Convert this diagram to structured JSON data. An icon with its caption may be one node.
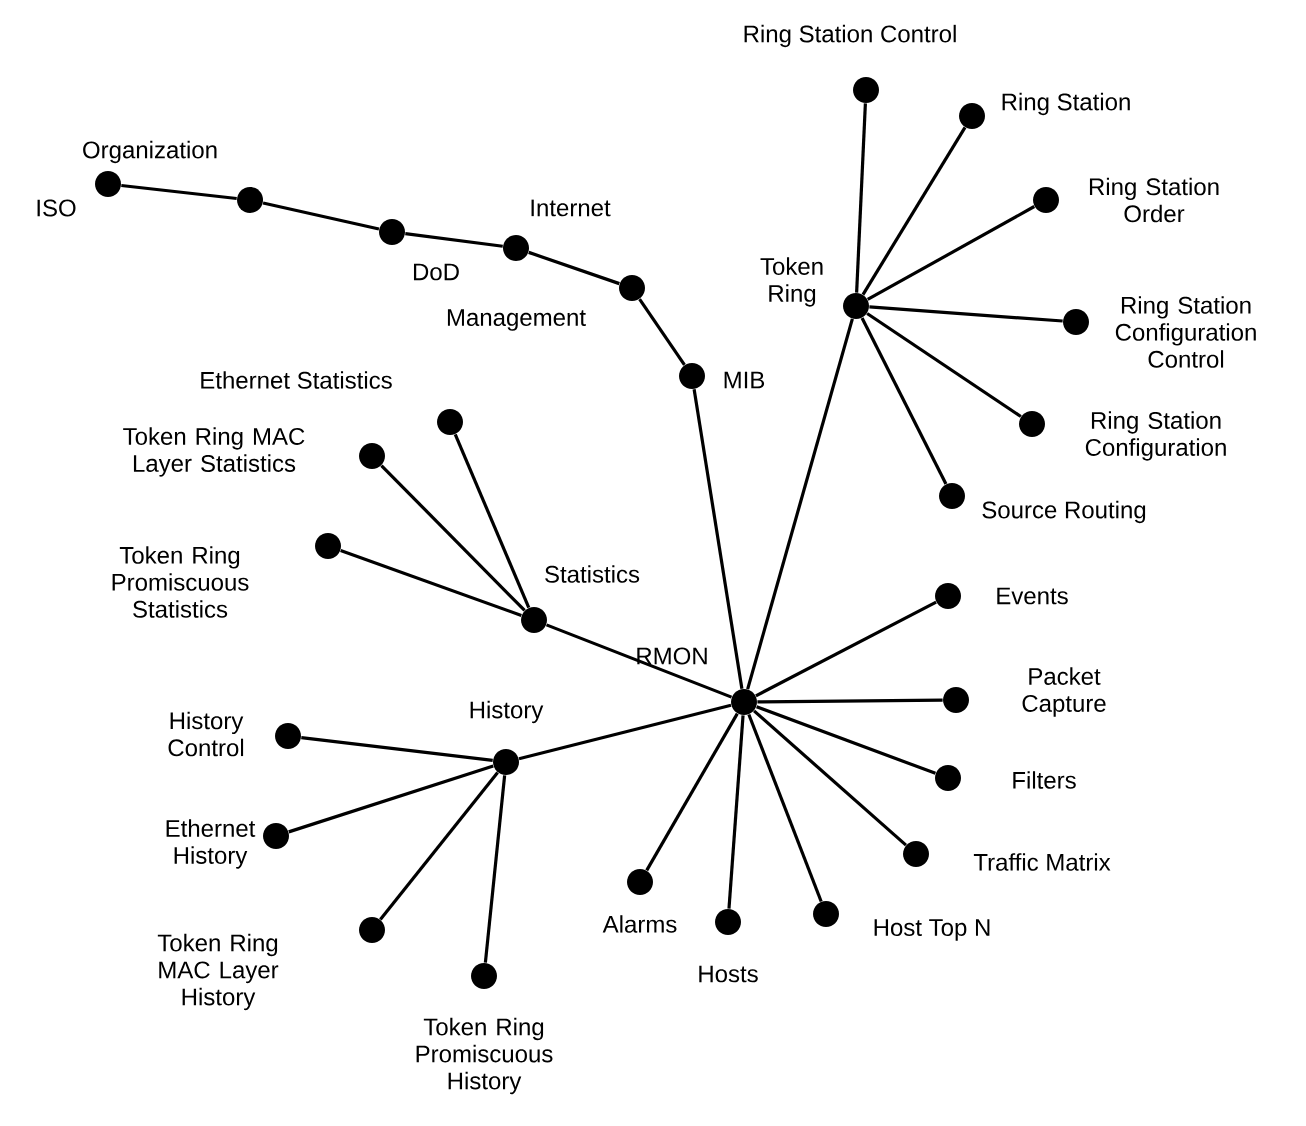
{
  "diagram": {
    "nodes": [
      {
        "text": [
          "ISO"
        ]
      },
      {
        "text": [
          "Organization"
        ]
      },
      {
        "text": [
          "DoD"
        ]
      },
      {
        "text": [
          "Internet"
        ]
      },
      {
        "text": [
          "Management"
        ]
      },
      {
        "text": [
          "MIB"
        ]
      },
      {
        "text": [
          "Token Ring"
        ]
      },
      {
        "text": [
          "Ring Station Control"
        ]
      },
      {
        "text": [
          "Ring Station"
        ]
      },
      {
        "text": [
          "Ring Station Order"
        ]
      },
      {
        "text": [
          "Ring Station Configuration Control"
        ]
      },
      {
        "text": [
          "Ring Station Configuration"
        ]
      },
      {
        "text": [
          "Source Routing"
        ]
      },
      {
        "text": [
          "Ethernet Statistics"
        ]
      },
      {
        "text": [
          "Token Ring MAC Layer Statistics"
        ]
      },
      {
        "text": [
          "Token Ring Promiscuous Statistics"
        ]
      },
      {
        "text": [
          "Statistics"
        ]
      },
      {
        "text": [
          "RMON"
        ]
      },
      {
        "text": [
          "Events"
        ]
      },
      {
        "text": [
          "Packet Capture"
        ]
      },
      {
        "text": [
          "Filters"
        ]
      },
      {
        "text": [
          "Traffic Matrix"
        ]
      },
      {
        "text": [
          "Host Top N"
        ]
      },
      {
        "text": [
          "Hosts"
        ]
      },
      {
        "text": [
          "Alarms"
        ]
      },
      {
        "text": [
          "History"
        ]
      },
      {
        "text": [
          "History Control"
        ]
      },
      {
        "text": [
          "Ethernet History"
        ]
      },
      {
        "text": [
          "Token Ring MAC Layer History"
        ]
      },
      {
        "text": [
          "Token Ring Promiscuous History"
        ]
      }
    ],
    "edges": [
      {
        "from": 0,
        "to": 1,
        "arrow": "none"
      },
      {
        "from": 1,
        "to": 2,
        "arrow": "none"
      },
      {
        "from": 2,
        "to": 3,
        "arrow": "none"
      },
      {
        "from": 3,
        "to": 4,
        "arrow": "none"
      },
      {
        "from": 4,
        "to": 5,
        "arrow": "none"
      },
      {
        "from": 5,
        "to": 17,
        "arrow": "none"
      },
      {
        "from": 17,
        "to": 6,
        "arrow": "none"
      },
      {
        "from": 6,
        "to": 7,
        "arrow": "none"
      },
      {
        "from": 6,
        "to": 8,
        "arrow": "none"
      },
      {
        "from": 6,
        "to": 9,
        "arrow": "none"
      },
      {
        "from": 6,
        "to": 10,
        "arrow": "none"
      },
      {
        "from": 6,
        "to": 11,
        "arrow": "none"
      },
      {
        "from": 6,
        "to": 12,
        "arrow": "none"
      },
      {
        "from": 17,
        "to": 16,
        "arrow": "none"
      },
      {
        "from": 16,
        "to": 13,
        "arrow": "none"
      },
      {
        "from": 16,
        "to": 14,
        "arrow": "none"
      },
      {
        "from": 16,
        "to": 15,
        "arrow": "none"
      },
      {
        "from": 17,
        "to": 18,
        "arrow": "none"
      },
      {
        "from": 17,
        "to": 19,
        "arrow": "none"
      },
      {
        "from": 17,
        "to": 20,
        "arrow": "none"
      },
      {
        "from": 17,
        "to": 21,
        "arrow": "none"
      },
      {
        "from": 17,
        "to": 22,
        "arrow": "none"
      },
      {
        "from": 17,
        "to": 23,
        "arrow": "none"
      },
      {
        "from": 17,
        "to": 24,
        "arrow": "none"
      },
      {
        "from": 17,
        "to": 25,
        "arrow": "none"
      },
      {
        "from": 25,
        "to": 26,
        "arrow": "none"
      },
      {
        "from": 25,
        "to": 27,
        "arrow": "none"
      },
      {
        "from": 25,
        "to": 28,
        "arrow": "none"
      },
      {
        "from": 25,
        "to": 29,
        "arrow": "none"
      }
    ]
  }
}
